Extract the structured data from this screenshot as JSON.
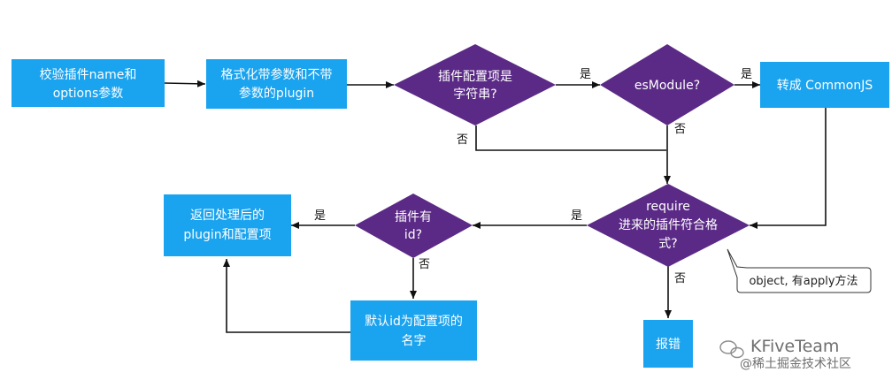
{
  "colors": {
    "box": "#1aa3ef",
    "diamond": "#5b2a86",
    "line": "#111111"
  },
  "nodes": {
    "validate": [
      "校验插件name和",
      "options参数"
    ],
    "format": [
      "格式化带参数和不带",
      "参数的plugin"
    ],
    "is_string": [
      "插件配置项是",
      "字符串?"
    ],
    "es_module": [
      "esModule?"
    ],
    "to_cjs": [
      "转成 CommonJS"
    ],
    "require_check": [
      "require",
      "进来的插件符合格",
      "式?"
    ],
    "has_id": [
      "插件有",
      "id?"
    ],
    "return_result": [
      "返回处理后的",
      "plugin和配置项"
    ],
    "default_id": [
      "默认id为配置项的",
      "名字"
    ],
    "error": [
      "报错"
    ]
  },
  "edge_labels": {
    "yes": "是",
    "no": "否"
  },
  "callout": "object, 有apply方法",
  "watermark": {
    "brand": "KFiveTeam",
    "site": "@稀土掘金技术社区",
    "icon": "wechat-icon"
  }
}
